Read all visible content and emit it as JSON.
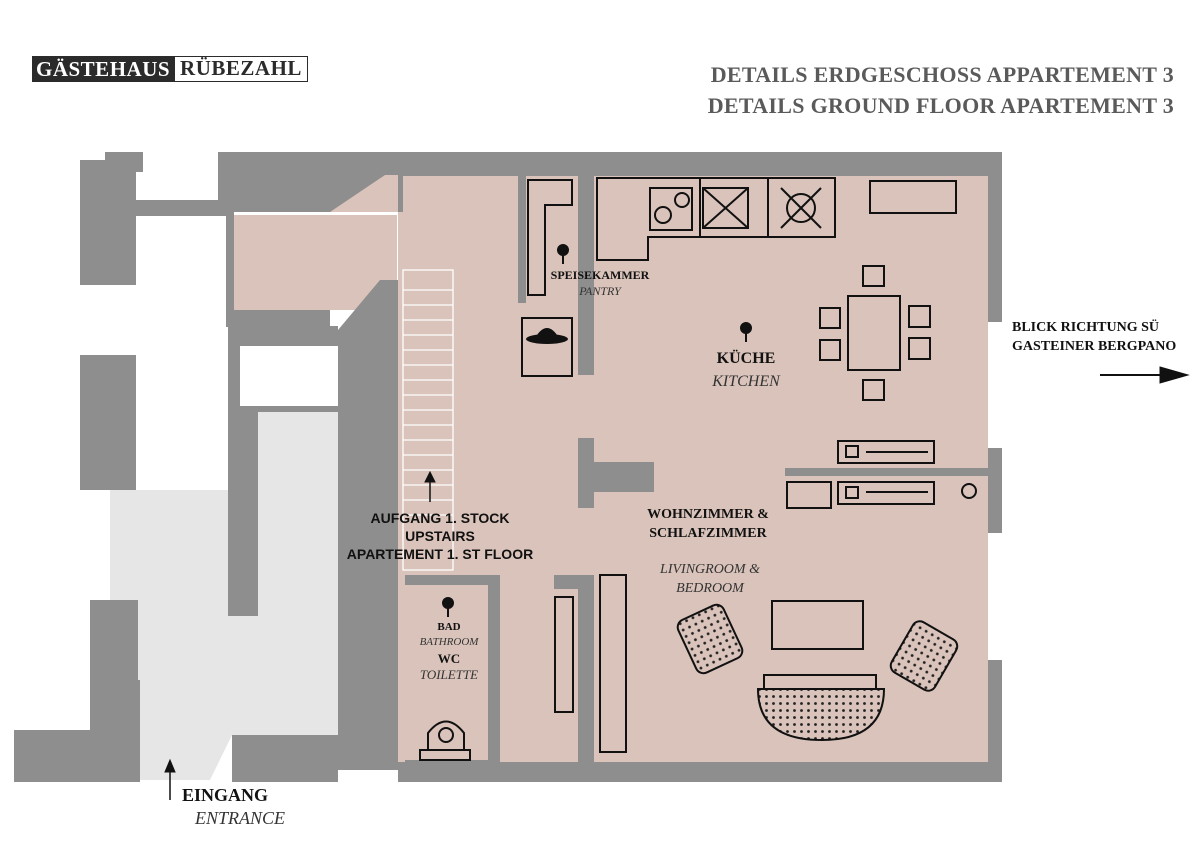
{
  "brand": {
    "part1": "GÄSTEHAUS",
    "part2": "RÜBEZAHL"
  },
  "header": {
    "title_de": "DETAILS  ERDGESCHOSS APPARTEMENT 3",
    "title_en": "DETAILS  GROUND FLOOR APARTEMENT 3"
  },
  "rooms": {
    "pantry": {
      "de": "SPEISEKAMMER",
      "en": "PANTRY"
    },
    "kitchen": {
      "de": "KÜCHE",
      "en": "KITCHEN"
    },
    "stairs": {
      "line1": "AUFGANG 1. STOCK",
      "line2": "UPSTAIRS",
      "line3": "APARTEMENT  1. ST FLOOR"
    },
    "living": {
      "de1": "WOHNZIMMER &",
      "de2": "SCHLAFZIMMER",
      "en1": "LIVINGROOM &",
      "en2": "BEDROOM"
    },
    "bath": {
      "de": "BAD",
      "en": "BATHROOM",
      "de2": "WC",
      "en2": "TOILETTE"
    },
    "entrance": {
      "de": "EINGANG",
      "en": "ENTRANCE"
    }
  },
  "view": {
    "line1": "BLICK RICHTUNG SÜ",
    "line2": "GASTEINER BERGPANO"
  },
  "colors": {
    "wall": "#8e8e8e",
    "floor": "#d9c3ba",
    "corridor": "#e6e6e6",
    "text": "#111111"
  }
}
